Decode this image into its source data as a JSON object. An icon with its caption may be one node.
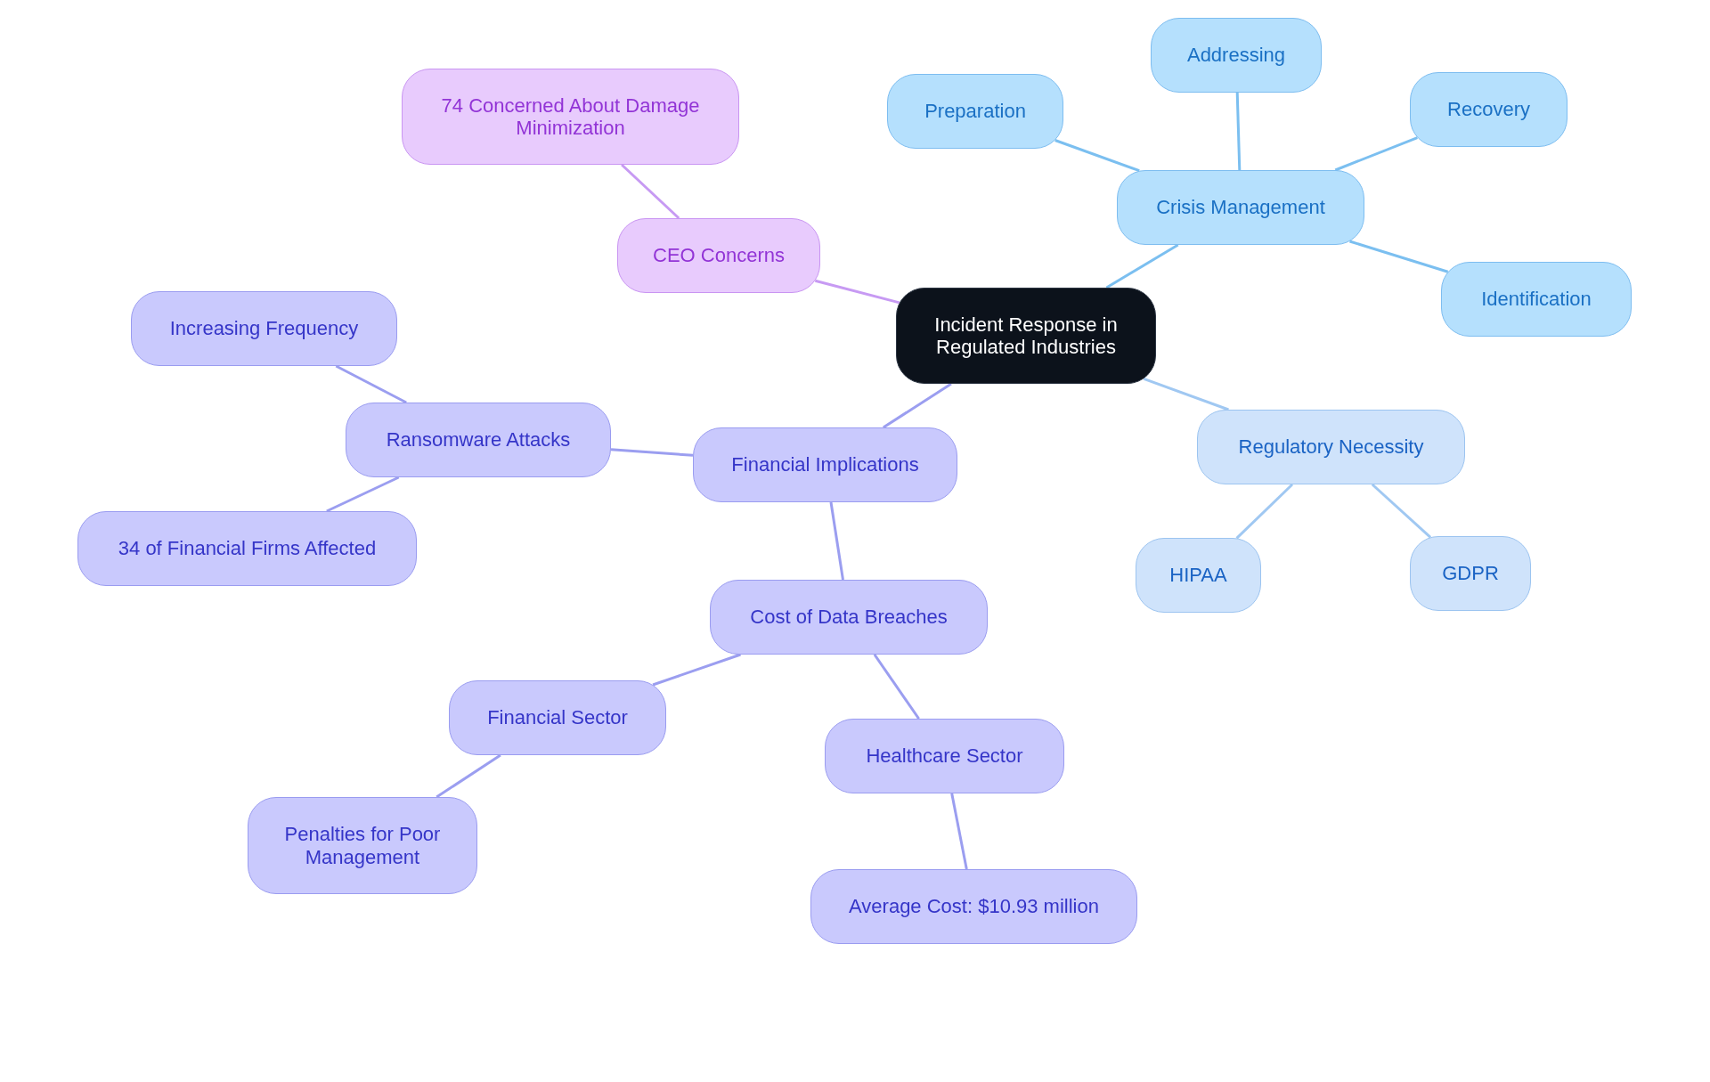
{
  "diagram": {
    "nodes": [
      {
        "text": [
          "Incident Response in Regulated Industries"
        ]
      },
      {
        "text": [
          "CEO Concerns"
        ]
      },
      {
        "text": [
          "74 Concerned About Damage Minimization"
        ]
      },
      {
        "text": [
          "Crisis Management"
        ]
      },
      {
        "text": [
          "Preparation"
        ]
      },
      {
        "text": [
          "Addressing"
        ]
      },
      {
        "text": [
          "Recovery"
        ]
      },
      {
        "text": [
          "Identification"
        ]
      },
      {
        "text": [
          "Regulatory Necessity"
        ]
      },
      {
        "text": [
          "HIPAA"
        ]
      },
      {
        "text": [
          "GDPR"
        ]
      },
      {
        "text": [
          "Financial Implications"
        ]
      },
      {
        "text": [
          "Ransomware Attacks"
        ]
      },
      {
        "text": [
          "Increasing Frequency"
        ]
      },
      {
        "text": [
          "34 of Financial Firms Affected"
        ]
      },
      {
        "text": [
          "Cost of Data Breaches"
        ]
      },
      {
        "text": [
          "Financial Sector"
        ]
      },
      {
        "text": [
          "Penalties for Poor Management"
        ]
      },
      {
        "text": [
          "Healthcare Sector"
        ]
      },
      {
        "text": [
          "Average Cost: $10.93 million"
        ]
      }
    ],
    "edges": [
      {
        "from": 0,
        "to": 1,
        "arrow": "none",
        "color": "#c79af3"
      },
      {
        "from": 1,
        "to": 2,
        "arrow": "none",
        "color": "#c79af3"
      },
      {
        "from": 0,
        "to": 3,
        "arrow": "none",
        "color": "#7bbff0"
      },
      {
        "from": 3,
        "to": 4,
        "arrow": "none",
        "color": "#7bbff0"
      },
      {
        "from": 3,
        "to": 5,
        "arrow": "none",
        "color": "#7bbff0"
      },
      {
        "from": 3,
        "to": 6,
        "arrow": "none",
        "color": "#7bbff0"
      },
      {
        "from": 3,
        "to": 7,
        "arrow": "none",
        "color": "#7bbff0"
      },
      {
        "from": 0,
        "to": 8,
        "arrow": "none",
        "color": "#a0c8f2"
      },
      {
        "from": 8,
        "to": 9,
        "arrow": "none",
        "color": "#a0c8f2"
      },
      {
        "from": 8,
        "to": 10,
        "arrow": "none",
        "color": "#a0c8f2"
      },
      {
        "from": 0,
        "to": 11,
        "arrow": "none"
      },
      {
        "from": 11,
        "to": 12,
        "arrow": "none"
      },
      {
        "from": 12,
        "to": 13,
        "arrow": "none"
      },
      {
        "from": 12,
        "to": 14,
        "arrow": "none"
      },
      {
        "from": 11,
        "to": 15,
        "arrow": "none"
      },
      {
        "from": 15,
        "to": 16,
        "arrow": "none"
      },
      {
        "from": 16,
        "to": 17,
        "arrow": "none"
      },
      {
        "from": 15,
        "to": 18,
        "arrow": "none"
      },
      {
        "from": 18,
        "to": 19,
        "arrow": "none"
      }
    ]
  }
}
